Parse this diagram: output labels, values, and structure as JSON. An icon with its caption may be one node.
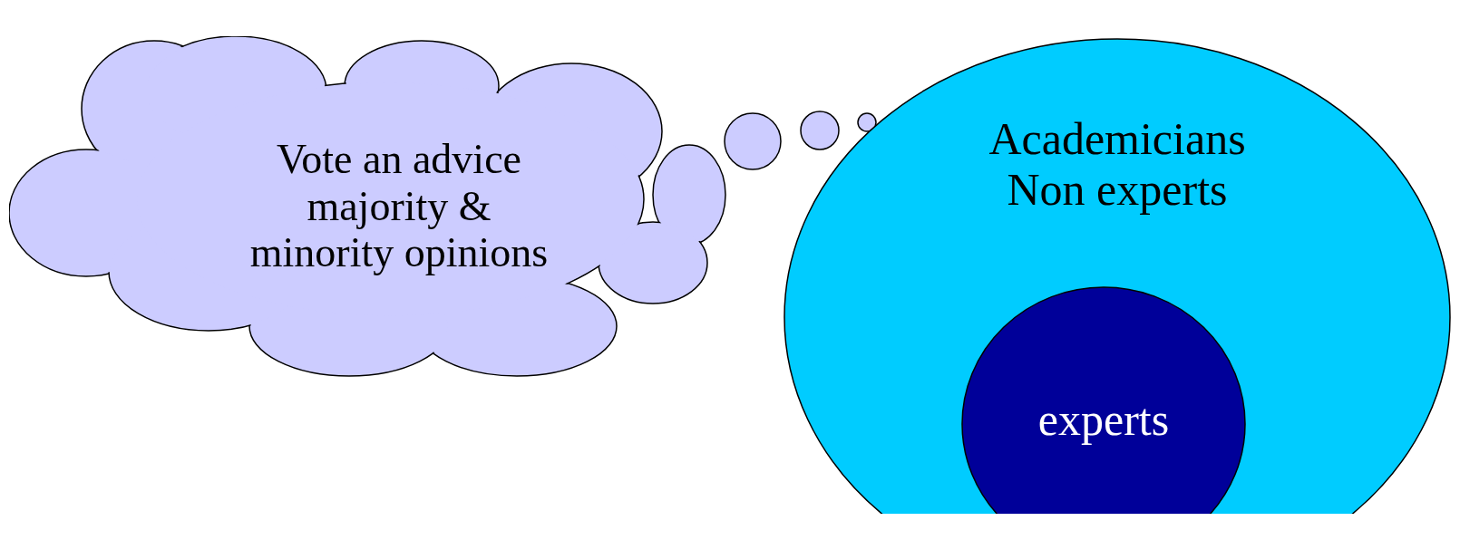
{
  "diagram": {
    "nodes": [
      {
        "text": [
          "Vote an advice majority & minority opinions"
        ]
      },
      {
        "text": [
          "Academicians Non experts"
        ]
      },
      {
        "text": [
          "experts"
        ],
        "in": 1
      }
    ]
  }
}
